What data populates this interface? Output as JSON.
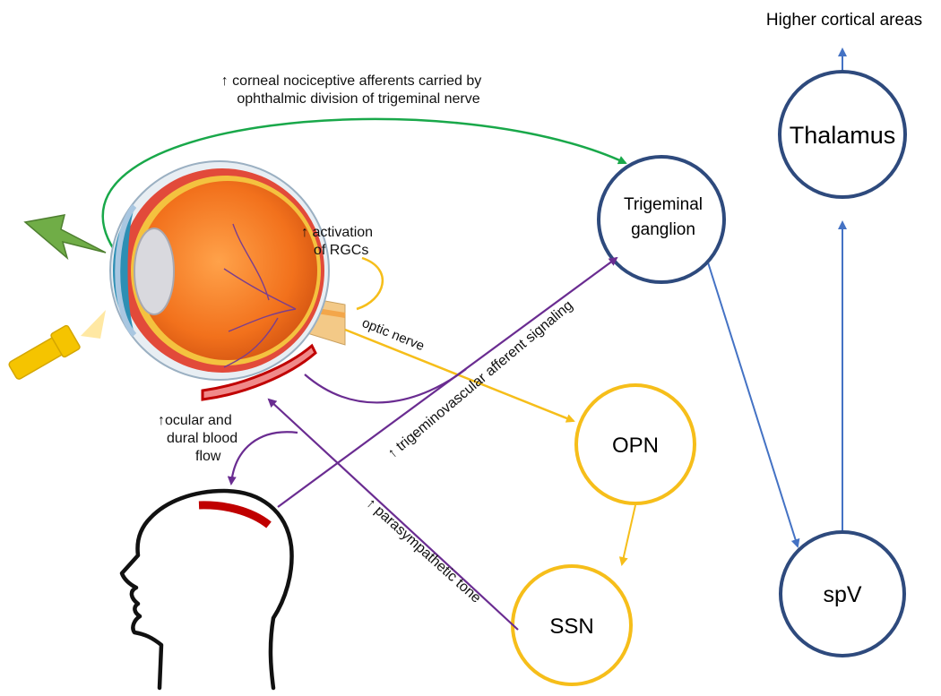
{
  "nodes": {
    "higher_cortical": "Higher cortical areas",
    "thalamus": "Thalamus",
    "trigeminal_ganglion": [
      "Trigeminal",
      "ganglion"
    ],
    "opn": "OPN",
    "ssn": "SSN",
    "spv": "spV"
  },
  "labels": {
    "corneal": [
      "↑ corneal nociceptive afferents carried by",
      "ophthalmic division of trigeminal nerve"
    ],
    "rgc": [
      "↑ activation",
      "of RGCs"
    ],
    "optic_nerve": "optic nerve",
    "trigeminovascular": "↑ trigeminovascular afferent signaling",
    "blood_flow": [
      "↑ocular and",
      "dural blood",
      "flow"
    ],
    "parasympathetic": "↑ parasympathetic tone"
  },
  "colors": {
    "navy": "#2E4A7D",
    "gold": "#F6BE1A",
    "purple": "#6A2C91",
    "green": "#19A84A",
    "blue_arrow": "#4472C4",
    "red_band": "#C00000"
  },
  "icons": [
    "lightning-icon",
    "flashlight-icon",
    "eye-illustration",
    "head-icon"
  ]
}
